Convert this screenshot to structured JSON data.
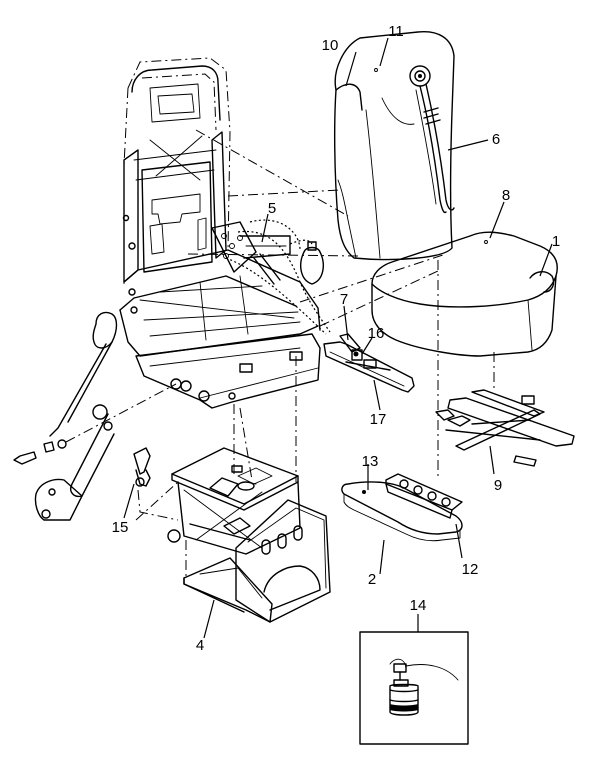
{
  "figure": {
    "callouts": [
      {
        "id": "1",
        "label": "1"
      },
      {
        "id": "2",
        "label": "2"
      },
      {
        "id": "4",
        "label": "4"
      },
      {
        "id": "5",
        "label": "5"
      },
      {
        "id": "6",
        "label": "6"
      },
      {
        "id": "7",
        "label": "7"
      },
      {
        "id": "8",
        "label": "8"
      },
      {
        "id": "9",
        "label": "9"
      },
      {
        "id": "10",
        "label": "10"
      },
      {
        "id": "11",
        "label": "11"
      },
      {
        "id": "12",
        "label": "12"
      },
      {
        "id": "13",
        "label": "13"
      },
      {
        "id": "14",
        "label": "14"
      },
      {
        "id": "15",
        "label": "15"
      },
      {
        "id": "16",
        "label": "16"
      },
      {
        "id": "17",
        "label": "17"
      }
    ],
    "colors": {
      "line": "#000000",
      "background": "#ffffff"
    }
  }
}
